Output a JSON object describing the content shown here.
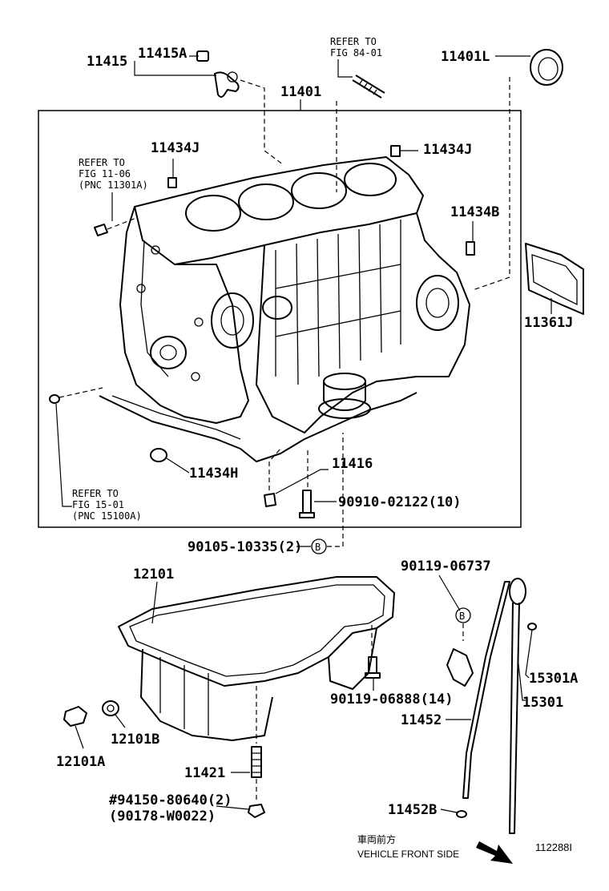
{
  "labels": {
    "p11415": "11415",
    "p11415A": "11415A",
    "ref_fig_84_01_line1": "REFER TO",
    "ref_fig_84_01_line2": "FIG 84-01",
    "p11401L": "11401L",
    "p11401": "11401",
    "p11434J_left": "11434J",
    "p11434J_right": "11434J",
    "ref_fig_11_06_line1": "REFER TO",
    "ref_fig_11_06_line2": "FIG 11-06",
    "ref_fig_11_06_line3": "(PNC 11301A)",
    "p11434B": "11434B",
    "p11361J": "11361J",
    "p11434H": "11434H",
    "p11416": "11416",
    "p90910": "90910-02122(10)",
    "ref_fig_15_01_line1": "REFER TO",
    "ref_fig_15_01_line2": "FIG 15-01",
    "ref_fig_15_01_line3": "(PNC 15100A)",
    "p90105": "90105-10335(2)",
    "marker_b1": "B",
    "p12101": "12101",
    "p90119_06737": "90119-06737",
    "marker_b2": "B",
    "p15301A": "15301A",
    "p15301": "15301",
    "p90119_06888": "90119-06888(14)",
    "p11452": "11452",
    "p12101A": "12101A",
    "p12101B": "12101B",
    "p11421": "11421",
    "p94150": "#94150-80640(2)",
    "p90178": "(90178-W0022)",
    "p11452B": "11452B",
    "vehicle_front_jp": "車両前方",
    "vehicle_front_en": "VEHICLE FRONT SIDE",
    "figure_id": "112288I"
  }
}
